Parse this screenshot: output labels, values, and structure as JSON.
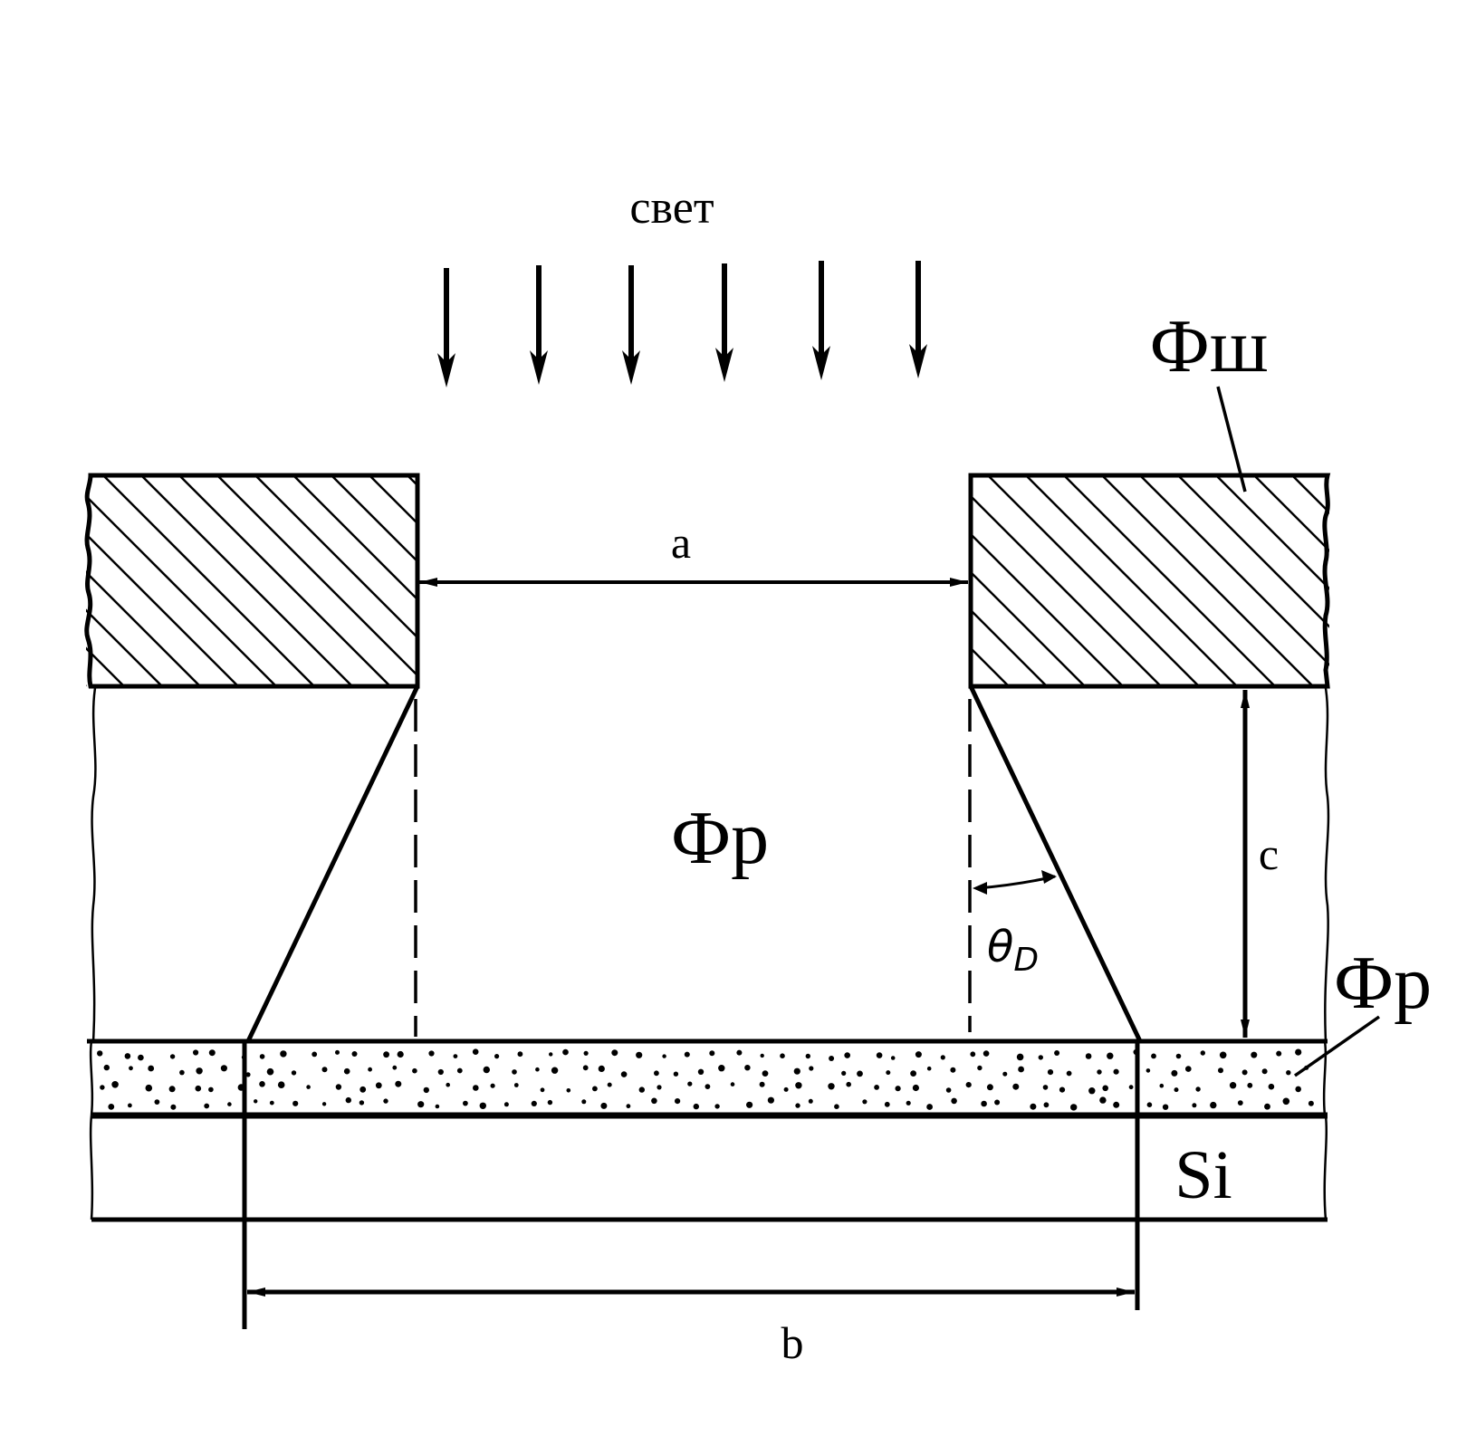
{
  "labels": {
    "light": "свет",
    "mask": "Фш",
    "resist_center": "Фр",
    "resist_layer": "Фр",
    "substrate": "Si",
    "dim_a": "a",
    "dim_b": "b",
    "dim_c": "c",
    "angle_theta": "θ",
    "angle_sub": "D"
  },
  "colors": {
    "ink": "#000000",
    "paper": "#ffffff"
  },
  "icons": {
    "arrow": "down-arrow-icon"
  }
}
